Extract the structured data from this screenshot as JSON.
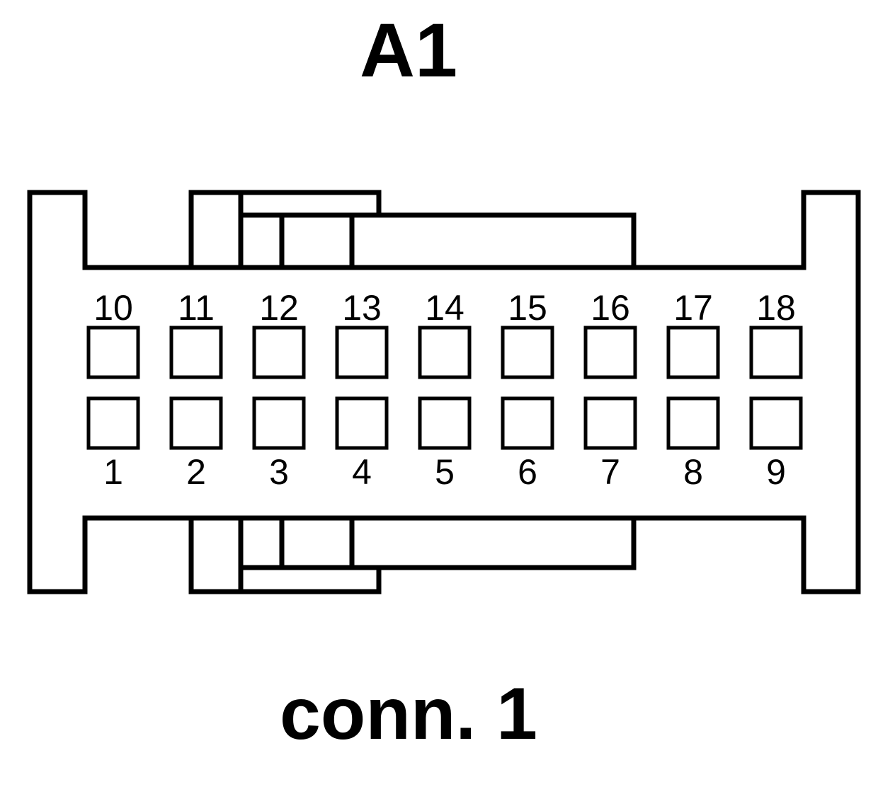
{
  "title": "A1",
  "caption": "conn. 1",
  "pins": {
    "top_row": [
      "10",
      "11",
      "12",
      "13",
      "14",
      "15",
      "16",
      "17",
      "18"
    ],
    "bottom_row": [
      "1",
      "2",
      "3",
      "4",
      "5",
      "6",
      "7",
      "8",
      "9"
    ]
  }
}
